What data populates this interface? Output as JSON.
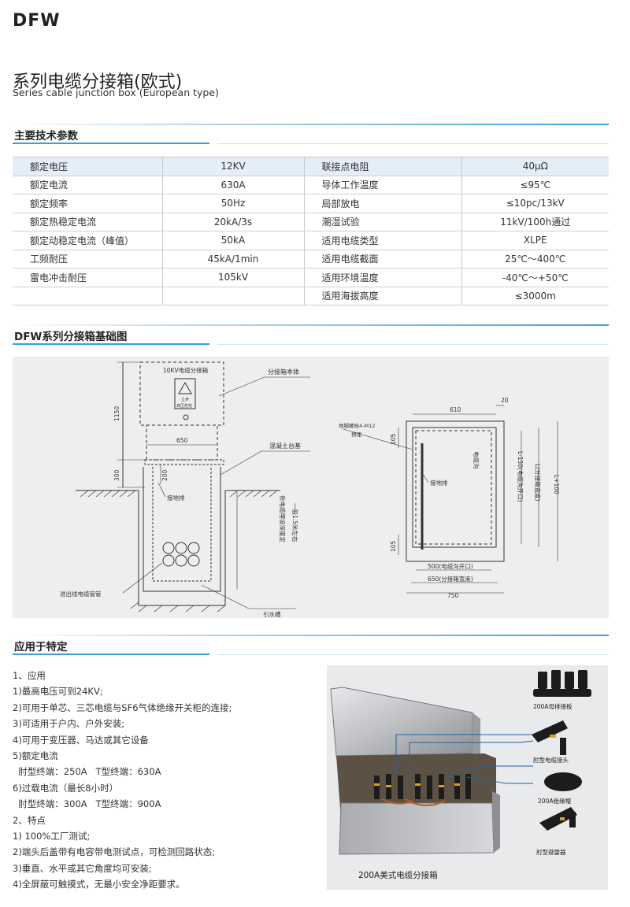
{
  "header": {
    "brand": "DFW",
    "title_cn": "系列电缆分接箱(欧式)",
    "title_en": "Series cable junction box (European type)"
  },
  "sections": {
    "specs": "主要技术参数",
    "diagram": "DFW系列分接箱基础图",
    "usage": "应用于特定"
  },
  "specs": {
    "rows": [
      [
        "额定电压",
        "12KV",
        "联接点电阻",
        "40μΩ"
      ],
      [
        "额定电流",
        "630A",
        "导体工作温度",
        "≤95℃"
      ],
      [
        "额定频率",
        "50Hz",
        "局部放电",
        "≤10pc/13kV"
      ],
      [
        "额定热稳定电流",
        "20kA/3s",
        "潮湿试验",
        "11kV/100h通过"
      ],
      [
        "额定动稳定电流（峰值）",
        "50kA",
        "适用电缆类型",
        "XLPE"
      ],
      [
        "工频耐压",
        "45kA/1min",
        "适用电缆截面",
        "25℃～400℃"
      ],
      [
        "雷电冲击耐压",
        "105kV",
        "适用环境温度",
        "-40℃～+50℃"
      ],
      [
        "",
        "",
        "适用海拔高度",
        "≤3000m"
      ]
    ]
  },
  "diagram": {
    "box_label": "10KV电缆分接箱",
    "warn_text1": "止步",
    "warn_text2": "高压危险",
    "body_label": "分接箱本体",
    "base_label": "混凝土台基",
    "ground_bar": "接地排",
    "pipe_label": "进出线电缆管管",
    "drain_label": "引水槽",
    "depth_label": "依电缆埋设深度定",
    "depth_note": "一般1.5米左右",
    "dim_1150": "1150",
    "dim_300": "300",
    "dim_650": "650",
    "dim_200": "200",
    "bolt_label": "地脚螺栓4-M12",
    "bolt_note": "预埋",
    "dim_610": "610",
    "dim_20": "20",
    "dim_105": "105",
    "trench_label": "电缆沟",
    "ground_bar2": "接地排",
    "dim_500": "500(电缆沟开口)",
    "dim_650b": "650(分接箱宽度)",
    "dim_750": "750",
    "dim_l150": "L-150(电缆沟开口)",
    "dim_l": "L(分接箱宽度)",
    "dim_l100": "L+100"
  },
  "usage": {
    "lines": [
      "1、应用",
      "1)最高电压可到24KV;",
      "2)可用于单芯、三芯电缆与SF6气体绝缘开关柜的连接;",
      "3)可适用于户内、户外安装;",
      "4)可用于变压器、马达或其它设备",
      "5)额定电流",
      "  肘型终端：250A   T型终端：630A",
      "6)过载电流（最长8小时）",
      "  肘型终端：300A   T型终端：900A",
      "2、特点",
      "1) 100%工厂测试;",
      "2)端头后盖带有电容带电测试点，可检测回路状态;",
      "3)垂直、水平或其它角度均可安装;",
      "4)全屏蔽可触摸式，无最小安全净距要求。"
    ]
  },
  "photo": {
    "caption": "200A美式电缆分接箱",
    "parts": [
      "200A母排接板",
      "肘型电缆接头",
      "200A绝缘帽",
      "肘型避雷器"
    ]
  }
}
